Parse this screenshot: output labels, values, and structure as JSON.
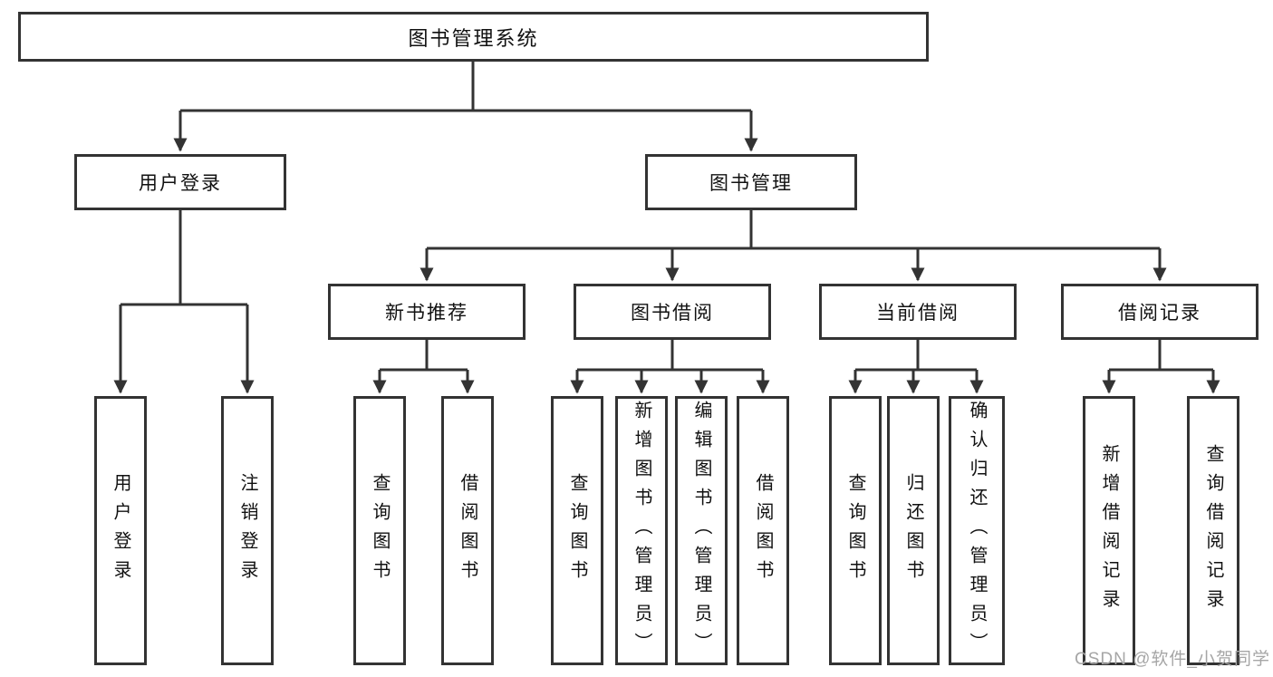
{
  "diagram": {
    "root": {
      "label": "图书管理系统",
      "children": [
        {
          "label": "用户登录",
          "children": [
            {
              "label": "用户登录"
            },
            {
              "label": "注销登录"
            }
          ]
        },
        {
          "label": "图书管理",
          "children": [
            {
              "label": "新书推荐",
              "children": [
                {
                  "label": "查询图书"
                },
                {
                  "label": "借阅图书"
                }
              ]
            },
            {
              "label": "图书借阅",
              "children": [
                {
                  "label": "查询图书"
                },
                {
                  "label": "新增图书（管理员）"
                },
                {
                  "label": "编辑图书（管理员）"
                },
                {
                  "label": "借阅图书"
                }
              ]
            },
            {
              "label": "当前借阅",
              "children": [
                {
                  "label": "查询图书"
                },
                {
                  "label": "归还图书"
                },
                {
                  "label": "确认归还（管理员）"
                }
              ]
            },
            {
              "label": "借阅记录",
              "children": [
                {
                  "label": "新增借阅记录"
                },
                {
                  "label": "查询借阅记录"
                }
              ]
            }
          ]
        }
      ]
    }
  },
  "watermark": "CSDN @软件_小贺同学",
  "colors": {
    "line": "#333333",
    "border": "#333333",
    "text": "#111111",
    "watermark": "#a6a6a6",
    "background": "#ffffff"
  }
}
